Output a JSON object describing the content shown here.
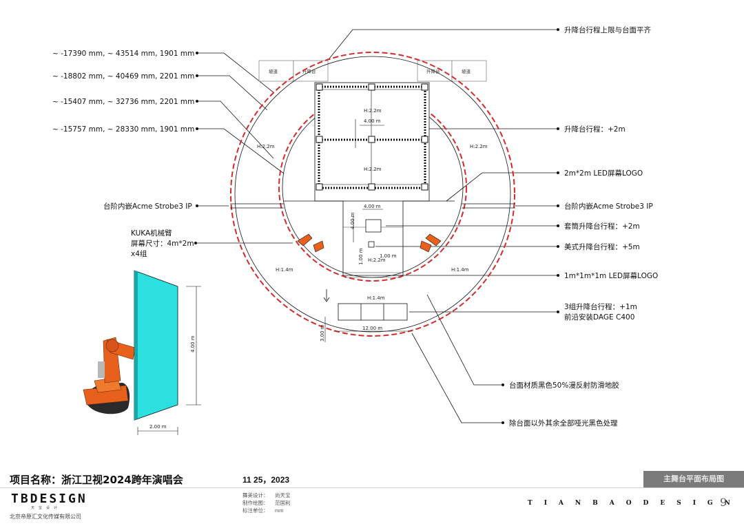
{
  "annotations_left": [
    {
      "id": "coord-1",
      "text": "~ -17390 mm, ~ 43514 mm, 1901 mm"
    },
    {
      "id": "coord-2",
      "text": "~ -18802 mm, ~ 40469 mm, 2201 mm"
    },
    {
      "id": "coord-3",
      "text": "~ -15407 mm, ~ 32736 mm, 2201 mm"
    },
    {
      "id": "coord-4",
      "text": "~ -15757 mm, ~ 28330 mm, 1901 mm"
    },
    {
      "id": "strobe-left",
      "text": "台阶内嵌Acme Strobe3 IP"
    }
  ],
  "robot_note": [
    "KUKA机械臂",
    "屏幕尺寸：4m*2m",
    "x4组"
  ],
  "annotations_right": [
    {
      "id": "lift-upper-limit",
      "text": "升降台行程上限与台面平齐"
    },
    {
      "id": "lift-travel",
      "text": "升降台行程：+2m"
    },
    {
      "id": "led-2m",
      "text": "2m*2m LED屏幕LOGO"
    },
    {
      "id": "strobe-right",
      "text": "台阶内嵌Acme Strobe3 IP"
    },
    {
      "id": "telescopic-lift",
      "text": "套筒升降台行程：+2m"
    },
    {
      "id": "us-lift",
      "text": "美式升降台行程：+5m"
    },
    {
      "id": "led-1m",
      "text": "1m*1m*1m LED屏幕LOGO"
    },
    {
      "id": "lift-3-groups",
      "text": "3组升降台行程：+1m"
    },
    {
      "id": "dage",
      "text": "前沿安装DAGE C400"
    },
    {
      "id": "surface-material",
      "text": "台面材质黑色50%漫反射防滑地胶"
    },
    {
      "id": "matte-black",
      "text": "除台面以外其余全部哑光黑色处理"
    }
  ],
  "plan_labels": {
    "ramp": "坡道",
    "lift": "升降台",
    "h22": "H:2.2m",
    "h14": "H:1.4m",
    "w400": "4.00 m",
    "w100": "1.00 m",
    "w1200": "12.00 m",
    "d300": "3.00 m",
    "h400": "4.00 m",
    "w200": "2.00 m"
  },
  "footer": {
    "project": "项目名称：浙江卫视2024跨年演唱会",
    "date": "11 25，2023",
    "logo": "TBDESIGN",
    "logo_sub": "天宝设计",
    "company": "北京帝原汇文化传媒有限公司",
    "credits": [
      {
        "label": "舞美设计：",
        "value": "尚天宝"
      },
      {
        "label": "制作绘图：",
        "value": "范国利"
      },
      {
        "label": "标注单位：",
        "value": "mm"
      }
    ],
    "brand": "TIANBAODESIGN",
    "page": "9",
    "sheet_title": "主舞台平面布局图"
  },
  "colors": {
    "red_dashed": "#d42a2a",
    "screen": "#2de0e0",
    "robot": "#e8611c",
    "line": "#111111"
  }
}
